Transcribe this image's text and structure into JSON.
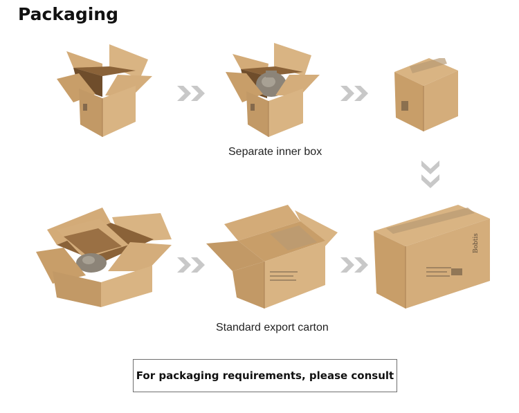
{
  "page": {
    "title": "Packaging"
  },
  "steps": {
    "row1_caption": "Separate inner box",
    "row2_caption": "Standard export carton",
    "box_brand_text": "Bobtis"
  },
  "consult_button": {
    "label": "For packaging requirements, please consult"
  },
  "colors": {
    "cardboard_light": "#d9b483",
    "cardboard_mid": "#c89e69",
    "cardboard_dark": "#a98053",
    "arrow_grey": "#c8c8c8",
    "border": "#6e6e6e"
  },
  "icons": [
    "double-chevron-right-icon",
    "double-chevron-down-icon"
  ]
}
